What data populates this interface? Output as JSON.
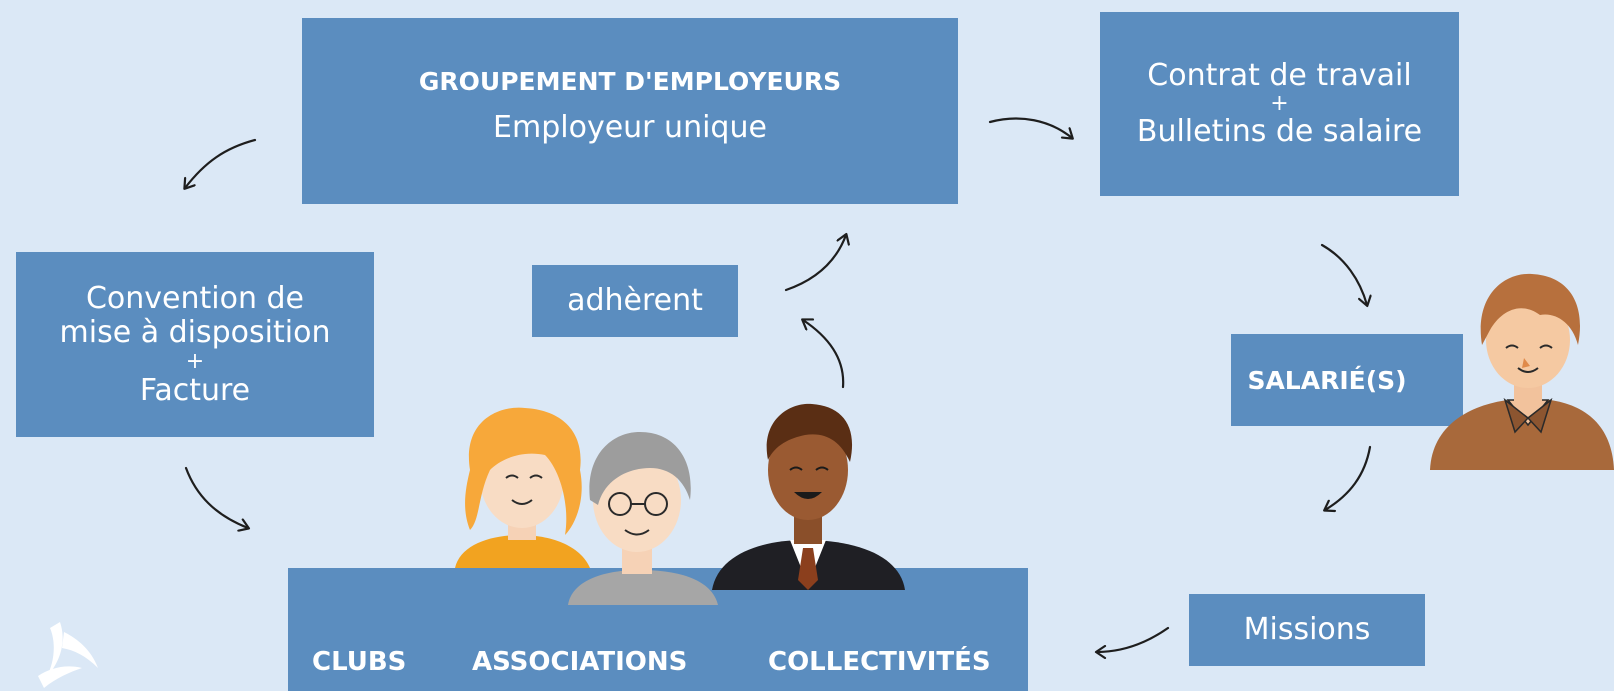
{
  "groupement": {
    "title": "GROUPEMENT D'EMPLOYEURS",
    "subtitle": "Employeur unique"
  },
  "contrat": {
    "line1": "Contrat de travail",
    "plus": "+",
    "line2": "Bulletins de salaire"
  },
  "convention": {
    "line1": "Convention de",
    "line2": "mise à disposition",
    "plus": "+",
    "line3": "Facture"
  },
  "adherent": {
    "label": "adhèrent"
  },
  "salaries": {
    "label": "SALARIÉ(S)"
  },
  "missions": {
    "label": "Missions"
  },
  "members": {
    "clubs": "CLUBS",
    "associations": "ASSOCIATIONS",
    "collectivites": "COLLECTIVITÉS"
  },
  "colors": {
    "background": "#dbe8f6",
    "box": "#5b8dbf",
    "text": "#ffffff",
    "arrow": "#1e1e1e"
  }
}
